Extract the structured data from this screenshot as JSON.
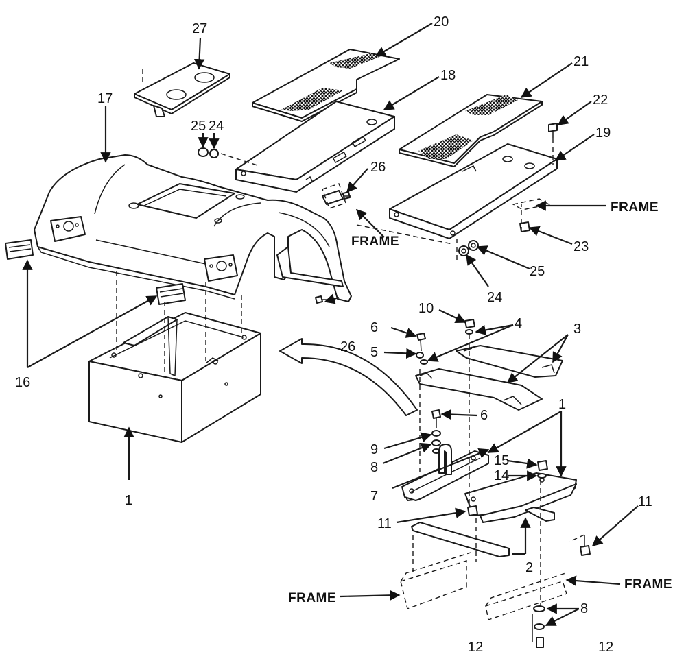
{
  "callouts": {
    "c1a": "1",
    "c1b": "1",
    "c2": "2",
    "c3": "3",
    "c4": "4",
    "c5": "5",
    "c6a": "6",
    "c6b": "6",
    "c7": "7",
    "c8a": "8",
    "c8b": "8",
    "c9": "9",
    "c10": "10",
    "c11a": "11",
    "c11b": "11",
    "c12a": "12",
    "c12b": "12",
    "c14": "14",
    "c15": "15",
    "c16": "16",
    "c17": "17",
    "c18": "18",
    "c19": "19",
    "c20": "20",
    "c21": "21",
    "c22": "22",
    "c23": "23",
    "c24a": "24",
    "c24b": "24",
    "c25a": "25",
    "c25b": "25",
    "c26a": "26",
    "c26b": "26",
    "c27": "27"
  },
  "frame_labels": {
    "right_top": "FRAME",
    "center": "FRAME",
    "bottom_left": "FRAME",
    "bottom_right": "FRAME"
  },
  "colors": {
    "ink": "#1a1a1a",
    "paper": "#ffffff"
  }
}
